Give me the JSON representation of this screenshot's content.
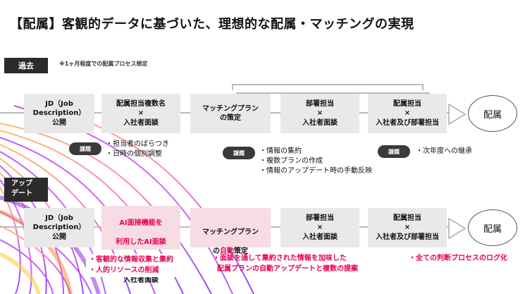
{
  "title": "【配属】客観的データに基づいた、理想的な配属・マッチングの実現",
  "past": {
    "tag": "過去",
    "note": "※1ヶ月程度での配属プロセス想定",
    "steps": [
      "JD（Job\nDescription）\n公開",
      "配属担当複数名\n×\n入社者面談",
      "マッチングプラン\nの策定",
      "部署担当\n×\n入社者面談",
      "配属担当\n×\n入社者及び部署担当"
    ],
    "end": "配属",
    "issue_label": "課題",
    "issues1": [
      "・担当者のばらつき",
      "・日時の個別調整"
    ],
    "issues2": [
      "・情報の集約",
      "・複数プランの作成",
      "・情報のアップデート時の手動反映"
    ],
    "issues3": [
      "・次年度への継承"
    ]
  },
  "update": {
    "tag_line1": "アップ",
    "tag_line2": "デート",
    "step1": "JD（Job\nDescription）\n公開",
    "step2_line1": "AI面接機能を",
    "step2_line2": "利用したAI面談",
    "step2_line3": "×",
    "step2_line4": "入社者面談",
    "step3_line1": "マッチングプラン",
    "step3_prefix": "の",
    "step3_red": "自動",
    "step3_suffix": "策定",
    "step4": "部署担当\n×\n入社者面談",
    "step5": "配属担当\n×\n入社者及び部署担当",
    "end": "配属",
    "notes1": [
      "・客観的な情報収集と集約",
      "・人的リソースの削減"
    ],
    "notes2": [
      "・面談を通して集約された情報を加味した",
      "配属プランの自動アップデートと複数の提案"
    ],
    "notes3": [
      "・全ての判断プロセスのログ化"
    ]
  }
}
